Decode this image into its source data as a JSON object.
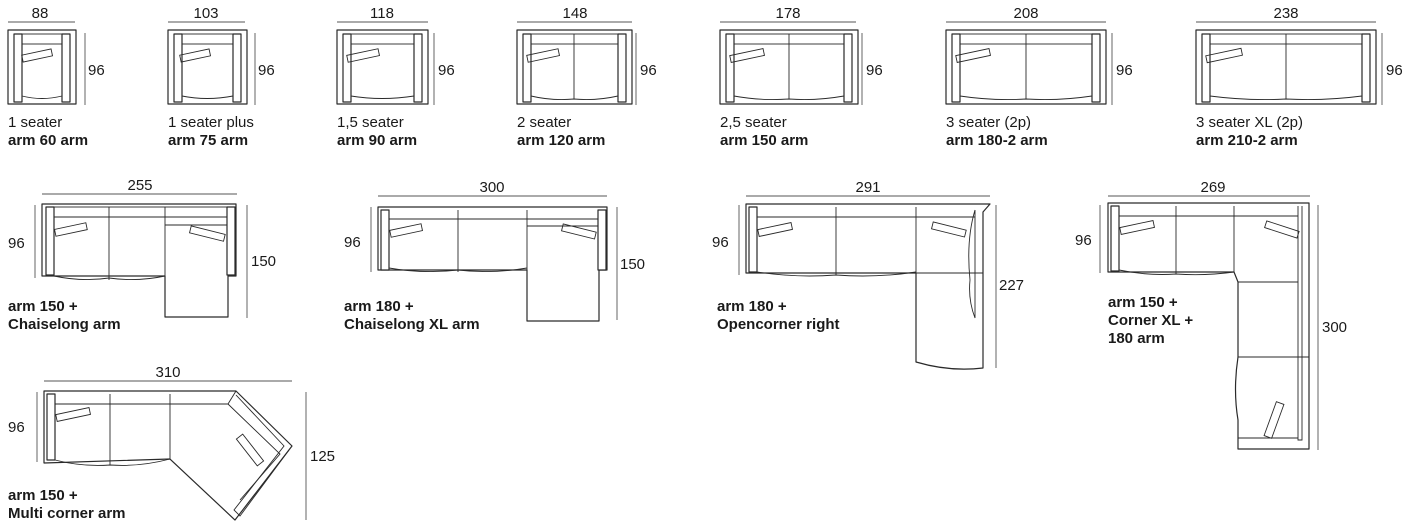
{
  "row1": [
    {
      "width": "88",
      "depth": "96",
      "name": "1 seater",
      "code": "arm 60 arm"
    },
    {
      "width": "103",
      "depth": "96",
      "name": "1 seater plus",
      "code": "arm 75 arm"
    },
    {
      "width": "118",
      "depth": "96",
      "name": "1,5 seater",
      "code": "arm 90 arm"
    },
    {
      "width": "148",
      "depth": "96",
      "name": "2 seater",
      "code": "arm 120 arm"
    },
    {
      "width": "178",
      "depth": "96",
      "name": "2,5 seater",
      "code": "arm 150 arm"
    },
    {
      "width": "208",
      "depth": "96",
      "name": "3 seater (2p)",
      "code": "arm 180-2 arm"
    },
    {
      "width": "238",
      "depth": "96",
      "name": "3 seater XL (2p)",
      "code": "arm 210-2 arm"
    }
  ],
  "row2": [
    {
      "width": "255",
      "depth": "96",
      "side": "150",
      "lines": [
        "arm 150 +",
        "Chaiselong arm"
      ]
    },
    {
      "width": "300",
      "depth": "96",
      "side": "150",
      "lines": [
        "arm 180 +",
        "Chaiselong XL arm"
      ]
    },
    {
      "width": "291",
      "depth": "96",
      "side": "227",
      "lines": [
        "arm 180 +",
        "Opencorner right"
      ]
    },
    {
      "width": "269",
      "depth": "96",
      "side": "300",
      "lines": [
        "arm 150 +",
        "Corner XL +",
        "180 arm"
      ]
    }
  ],
  "row3": [
    {
      "width": "310",
      "depth": "96",
      "side": "125",
      "lines": [
        "arm 150 +",
        "Multi corner arm"
      ]
    }
  ]
}
